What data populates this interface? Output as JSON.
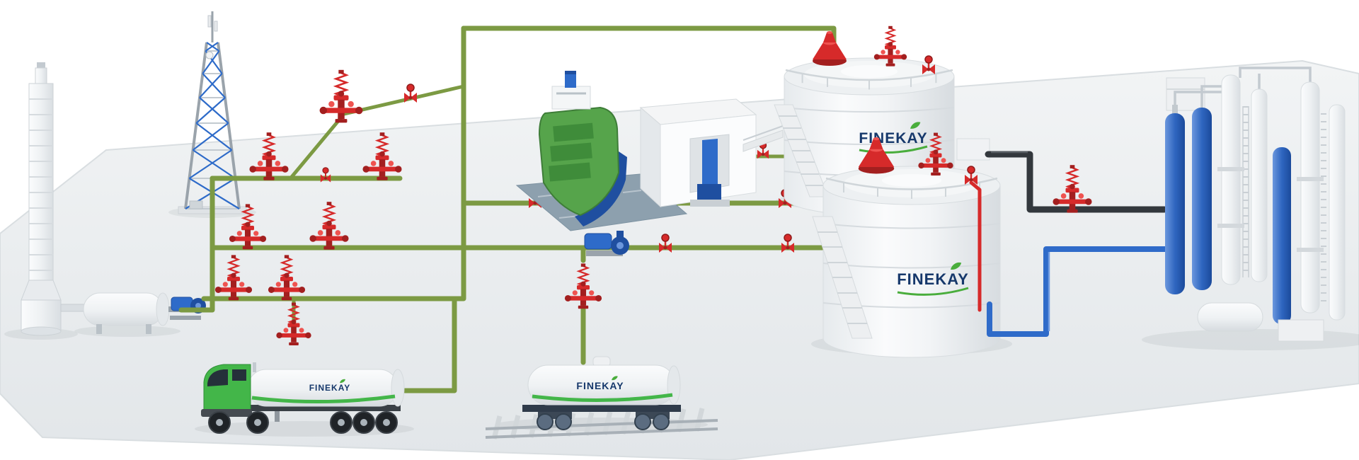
{
  "scene": {
    "brand": "FINEKAY",
    "labels": {
      "tank_upper": "FINEKAY",
      "tank_lower": "FINEKAY",
      "truck_tank": "FINEKAY",
      "rail_tank": "FINEKAY"
    },
    "palette": {
      "ground": "#e9edef",
      "water": "#8da0ae",
      "pipe_green": "#7c9a43",
      "pipe_black": "#33383d",
      "pipe_blue": "#2f6bc9",
      "valve_red": "#d62a2a",
      "valve_red_dark": "#a31f1f",
      "valve_red_light": "#ef5350",
      "equip_blue": "#2e6bc9",
      "equip_blue_dark": "#1f4fa0",
      "truck_green": "#43b649",
      "deck_green": "#56a44b",
      "navy": "#16386b",
      "leaf_green": "#49ad3c",
      "steel": "#9aa3ab"
    }
  }
}
